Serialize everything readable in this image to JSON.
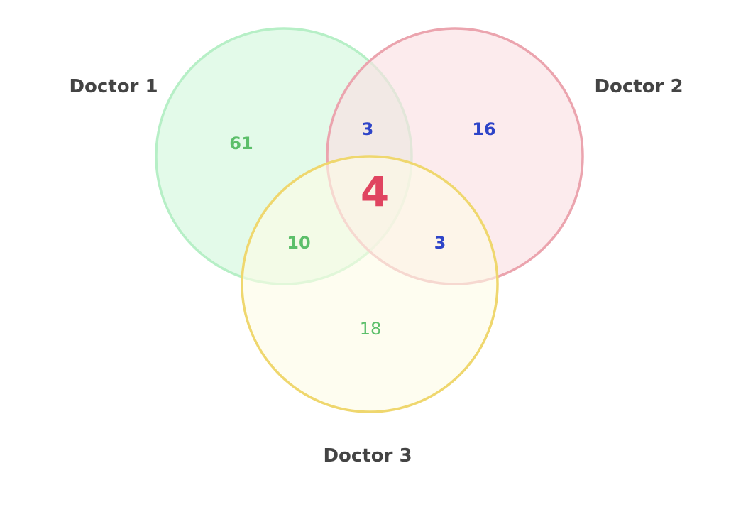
{
  "diagram": {
    "type": "venn3",
    "sets": [
      {
        "name": "Doctor 1",
        "fill": "#d8f8e0",
        "stroke": "#b6efc6"
      },
      {
        "name": "Doctor 2",
        "fill": "#fae0e4",
        "stroke": "#eba4ae"
      },
      {
        "name": "Doctor 3",
        "fill": "#fdfbe6",
        "stroke": "#efd76e"
      }
    ],
    "regions": [
      {
        "sets": [
          "Doctor 1"
        ],
        "value": "61",
        "color": "#5cbf6a"
      },
      {
        "sets": [
          "Doctor 2"
        ],
        "value": "16",
        "color": "#2e44c8"
      },
      {
        "sets": [
          "Doctor 3"
        ],
        "value": "18",
        "color": "#5cbf6a"
      },
      {
        "sets": [
          "Doctor 1",
          "Doctor 2"
        ],
        "value": "3",
        "color": "#2e44c8"
      },
      {
        "sets": [
          "Doctor 1",
          "Doctor 3"
        ],
        "value": "10",
        "color": "#5cbf6a"
      },
      {
        "sets": [
          "Doctor 2",
          "Doctor 3"
        ],
        "value": "3",
        "color": "#2e44c8"
      },
      {
        "sets": [
          "Doctor 1",
          "Doctor 2",
          "Doctor 3"
        ],
        "value": "4",
        "color": "#e04460"
      }
    ]
  }
}
